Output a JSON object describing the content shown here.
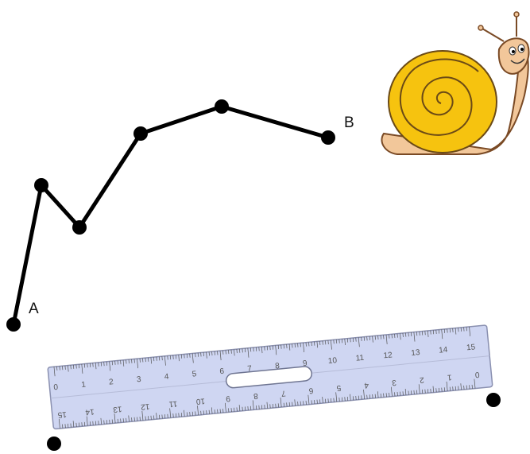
{
  "labels": {
    "start": "A",
    "end": "B"
  },
  "ruler": {
    "scale": [
      "0",
      "1",
      "2",
      "3",
      "4",
      "5",
      "6",
      "7",
      "8",
      "9",
      "10",
      "11",
      "12",
      "13",
      "14",
      "15"
    ]
  },
  "colors": {
    "path": "#000000",
    "snail_shell": "#F6C30F",
    "snail_body": "#F2C79A",
    "ruler_fill": "#CFD6F2"
  }
}
